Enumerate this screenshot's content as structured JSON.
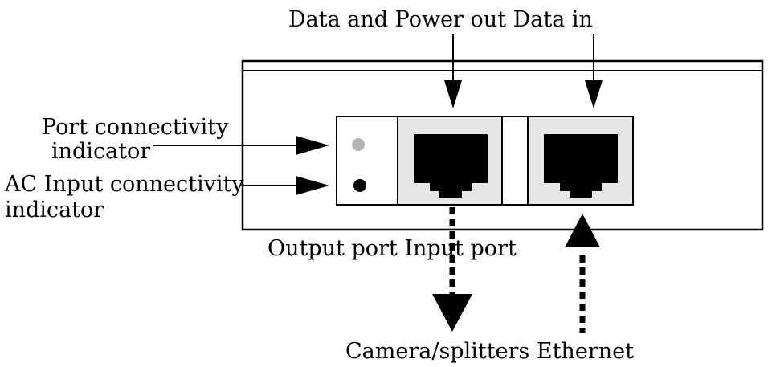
{
  "labels": {
    "top": "Data and Power out Data in",
    "port_connectivity_line1": "Port connectivity",
    "port_connectivity_line2": "indicator",
    "ac_input_line1": "AC Input connectivity",
    "ac_input_line2": "indicator",
    "ports": "Output port Input port",
    "bottom": "Camera/splitters Ethernet"
  },
  "indicators": {
    "port_led_color": "#b3b3b3",
    "ac_led_color": "#000000"
  },
  "colors": {
    "port_fill": "#e6e6e6",
    "line": "#000000"
  }
}
